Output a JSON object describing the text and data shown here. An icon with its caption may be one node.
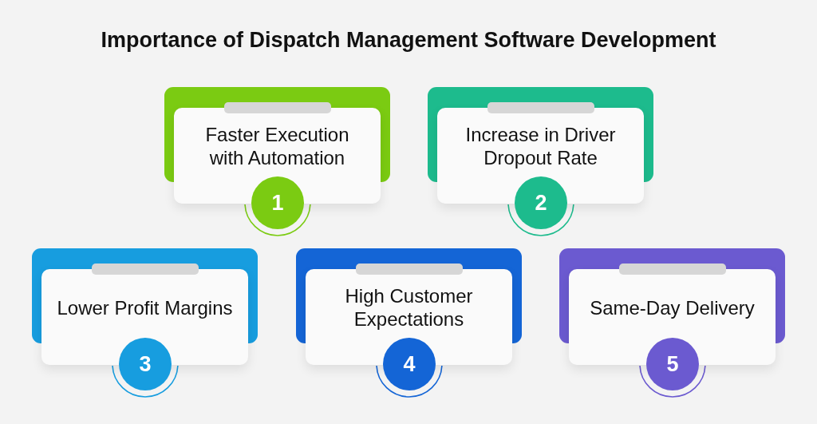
{
  "diagram": {
    "title": "Importance of Dispatch Management Software Development",
    "nodes": [
      {
        "text": [
          "Faster Execution with Automation"
        ]
      },
      {
        "text": [
          "1"
        ]
      },
      {
        "text": [
          "Increase in Driver Dropout Rate"
        ]
      },
      {
        "text": [
          "2"
        ]
      },
      {
        "text": [
          "Lower Profit Margins"
        ]
      },
      {
        "text": [
          "3"
        ]
      },
      {
        "text": [
          "High Customer Expectations"
        ]
      },
      {
        "text": [
          "4"
        ]
      },
      {
        "text": [
          "Same-Day Delivery"
        ]
      },
      {
        "text": [
          "5"
        ]
      }
    ]
  }
}
